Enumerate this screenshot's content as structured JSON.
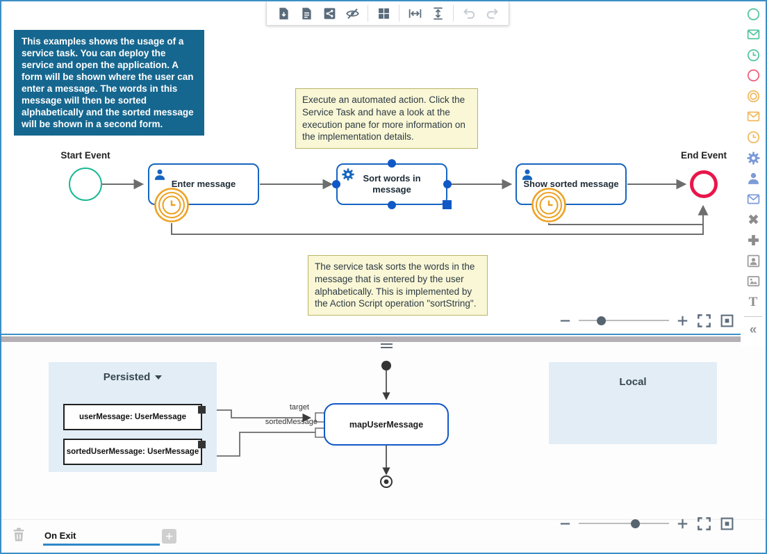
{
  "info_box": {
    "text": "This examples shows the usage of a service task. You can deploy the service and open the application. A form will be shown where the user can enter a message. The words in this message will then be sorted alphabetically and the sorted message will be shown in a second form."
  },
  "notes": {
    "execution": "Execute an automated action. Click the Service Task and have a look at the execution pane for more information on the implementation details.",
    "service": "The service task sorts the words in the message that is entered by the user alphabetically. This is implemented by the Action Script operation \"sortString\"."
  },
  "process": {
    "start_label": "Start Event",
    "end_label": "End Event",
    "task1": "Enter message",
    "task2": "Sort words in message",
    "task3": "Show sorted message"
  },
  "mapping": {
    "persisted_title": "Persisted",
    "local_title": "Local",
    "variables": [
      "userMessage: UserMessage",
      "sortedUserMessage: UserMessage"
    ],
    "node_label": "mapUserMessage",
    "wire_label_target": "target",
    "wire_label_sorted": "sortedMessage"
  },
  "tabs": {
    "active": "On Exit"
  },
  "zoom": {
    "top_value": 25,
    "bottom_value": 63
  },
  "toolbar": {
    "buttons": [
      "download-document",
      "document",
      "share",
      "hide-connectors",
      "grid-layout",
      "fit-width",
      "fit-height",
      "undo",
      "redo"
    ]
  },
  "palette": {
    "items": [
      "start-event",
      "message-start-event",
      "timer-start-event",
      "end-event",
      "intermediate-event",
      "message-intermediate-event",
      "timer-intermediate-event",
      "service-task",
      "user-task",
      "message-task",
      "cross-gateway",
      "plus-gateway",
      "user-dialog",
      "image",
      "text",
      "collapse-palette"
    ],
    "text_glyph": "T",
    "collapse_glyph": "«"
  },
  "colors": {
    "accent_blue": "#3a8fc4",
    "node_blue": "#1565c0",
    "start_green": "#19b893",
    "end_red": "#e9164b",
    "timer_orange": "#eda224",
    "info_bg": "#16678f",
    "note_bg": "#f9f7d5",
    "note_border": "#b9b469",
    "panel_bg": "#e2edf6",
    "toolbar_icon": "#5a6b7b",
    "palette_green": "#52c4a0",
    "palette_red": "#ef5d79",
    "palette_orange": "#f0b95e",
    "palette_blue": "#7d9bd8",
    "palette_gray": "#8c8c8c"
  }
}
